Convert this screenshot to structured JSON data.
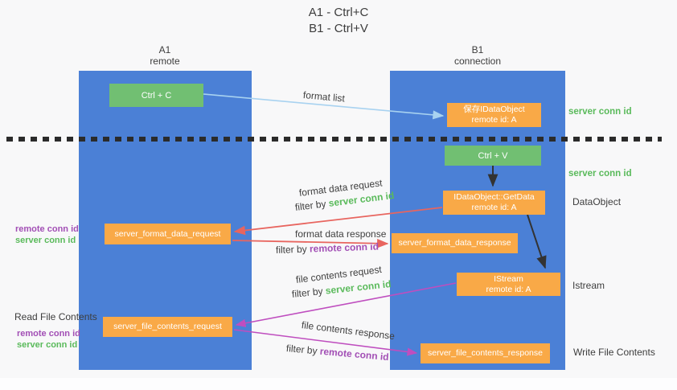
{
  "title": {
    "line1": "A1 - Ctrl+C",
    "line2": "B1 - Ctrl+V"
  },
  "lanes": {
    "a1": {
      "name": "A1",
      "role": "remote"
    },
    "b1": {
      "name": "B1",
      "role": "connection"
    }
  },
  "nodes": {
    "ctrl_c": {
      "label": "Ctrl + C"
    },
    "save_idataobject": {
      "line1": "保存IDataObject",
      "line2": "remote id: A"
    },
    "ctrl_v": {
      "label": "Ctrl + V"
    },
    "getdata": {
      "line1": "IDataObject::GetData",
      "line2": "remote id: A"
    },
    "server_format_data_request": {
      "label": "server_format_data_request"
    },
    "server_format_data_response": {
      "label": "server_format_data_response"
    },
    "istream": {
      "line1": "IStream",
      "line2": "remote id: A"
    },
    "server_file_contents_request": {
      "label": "server_file_contents_request"
    },
    "server_file_contents_response": {
      "label": "server_file_contents_response"
    }
  },
  "flow_labels": {
    "format_list": "format list",
    "format_data_request": "format data request",
    "format_data_response": "format data response",
    "file_contents_request": "file contents request",
    "file_contents_response": "file contents response",
    "filter_by": "filter by ",
    "server_conn_id": "server conn id",
    "remote_conn_id": "remote conn id"
  },
  "side_labels": {
    "server_conn_id_top": "server conn id",
    "server_conn_id_mid": "server conn id",
    "dataobject": "DataObject",
    "istream": "Istream",
    "write_file_contents": "Write File Contents",
    "read_file_contents": "Read File Contents",
    "remote_conn_id": "remote conn id",
    "server_conn_id": "server conn id"
  },
  "colors": {
    "lane_blue": "#4b80d6",
    "node_green": "#71bf72",
    "node_orange": "#f9a947",
    "text_green": "#5aba5b",
    "text_purple": "#a24fb5",
    "arrow_red": "#e8655f",
    "arrow_magenta": "#bf4ebf",
    "arrow_light_blue": "#a8d2f0",
    "arrow_black": "#333333"
  }
}
